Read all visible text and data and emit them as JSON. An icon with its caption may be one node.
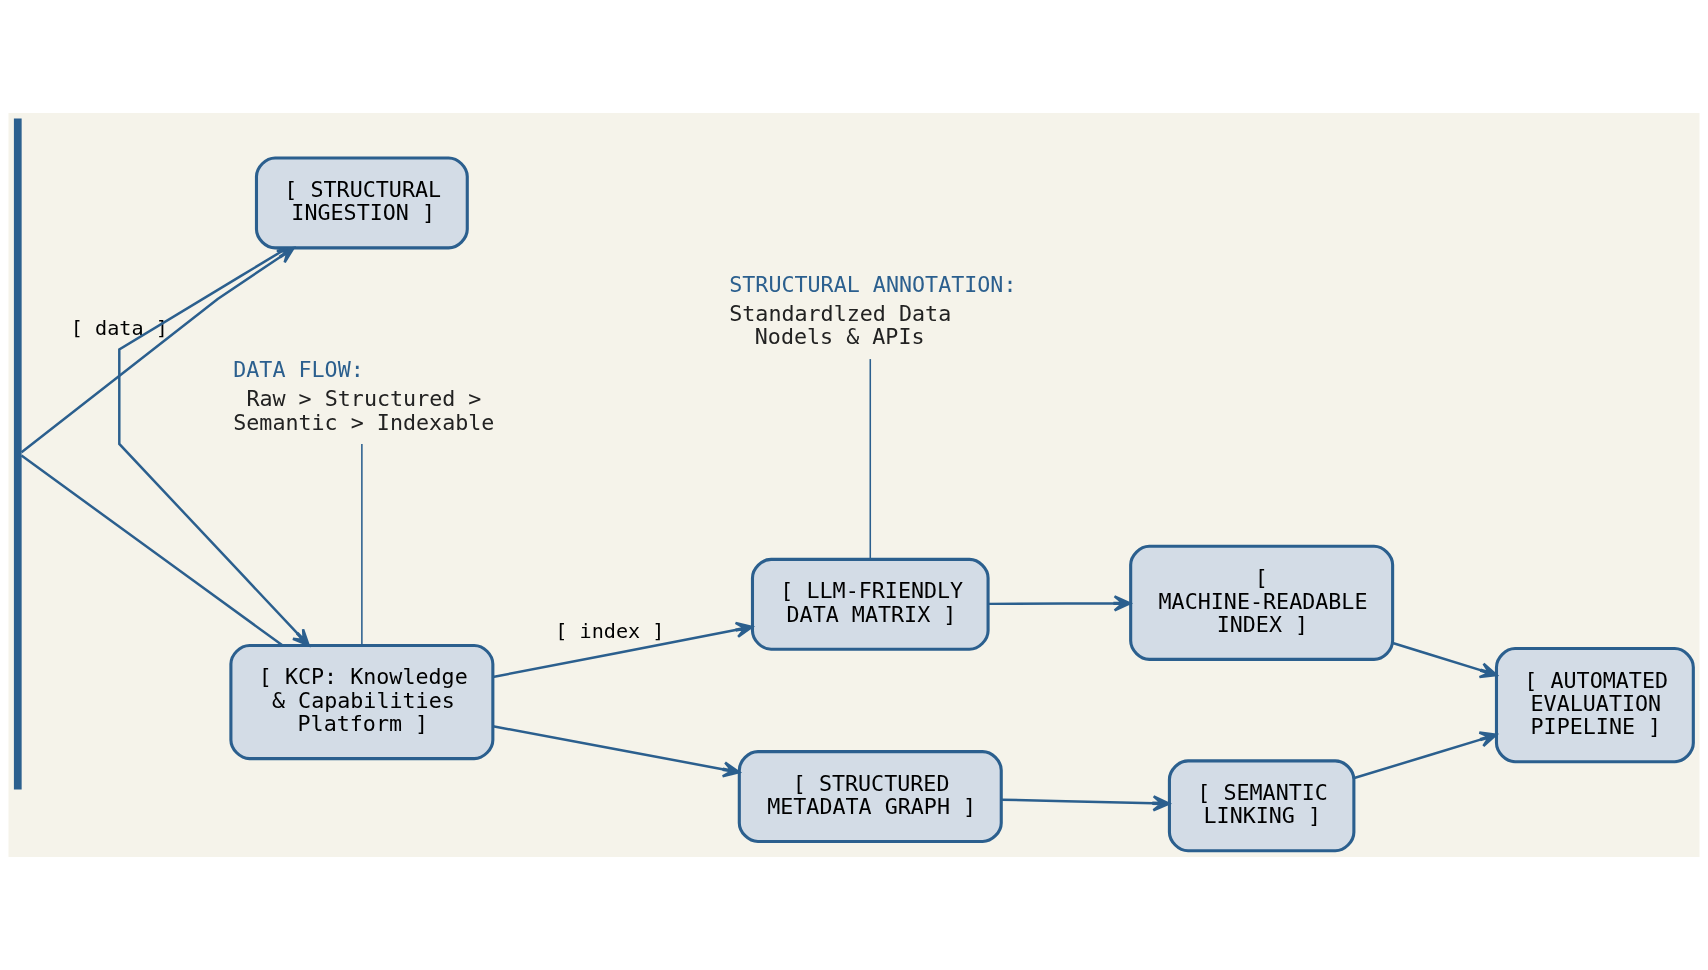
{
  "diagram": {
    "nodes": [
      {
        "text": [],
        "shape": "bar"
      },
      {
        "text": [
          "[ STRUCTURAL INGESTION ]"
        ]
      },
      {
        "text": [
          "[ KCP: Knowledge & Capabilities Platform ]"
        ]
      },
      {
        "text": [
          "[ LLM-FRIENDLY DATA MATRIX ]"
        ]
      },
      {
        "text": [
          "[ MACHINE-READABLE INDEX ]"
        ]
      },
      {
        "text": [
          "[ STRUCTURED METADATA GRAPH ]"
        ]
      },
      {
        "text": [
          "[ SEMANTIC LINKING ]"
        ]
      },
      {
        "text": [
          "[ AUTOMATED EVALUATION PIPELINE ]"
        ]
      },
      {
        "text": [
          "STRUCTURAL ANNOTATION:",
          "Standardlzed Data Nodels & APIs"
        ]
      },
      {
        "text": [
          "DATA FLOW:",
          "Raw > Structured > Semantic > Indexable"
        ]
      }
    ],
    "edges": [
      {
        "from": 0,
        "to": 1,
        "arrow": "to",
        "label": "[ data ]"
      },
      {
        "from": 0,
        "to": 2,
        "arrow": "none"
      },
      {
        "from": 1,
        "to": 2,
        "arrow": "to"
      },
      {
        "from": 2,
        "to": 3,
        "arrow": "to",
        "label": "[ index ]"
      },
      {
        "from": 2,
        "to": 5,
        "arrow": "to"
      },
      {
        "from": 3,
        "to": 4,
        "arrow": "to"
      },
      {
        "from": 5,
        "to": 6,
        "arrow": "to"
      },
      {
        "from": 4,
        "to": 7,
        "arrow": "to"
      },
      {
        "from": 6,
        "to": 7,
        "arrow": "to"
      },
      {
        "from": 8,
        "to": 3,
        "arrow": "none"
      },
      {
        "from": 9,
        "to": 2,
        "arrow": "none"
      }
    ]
  }
}
